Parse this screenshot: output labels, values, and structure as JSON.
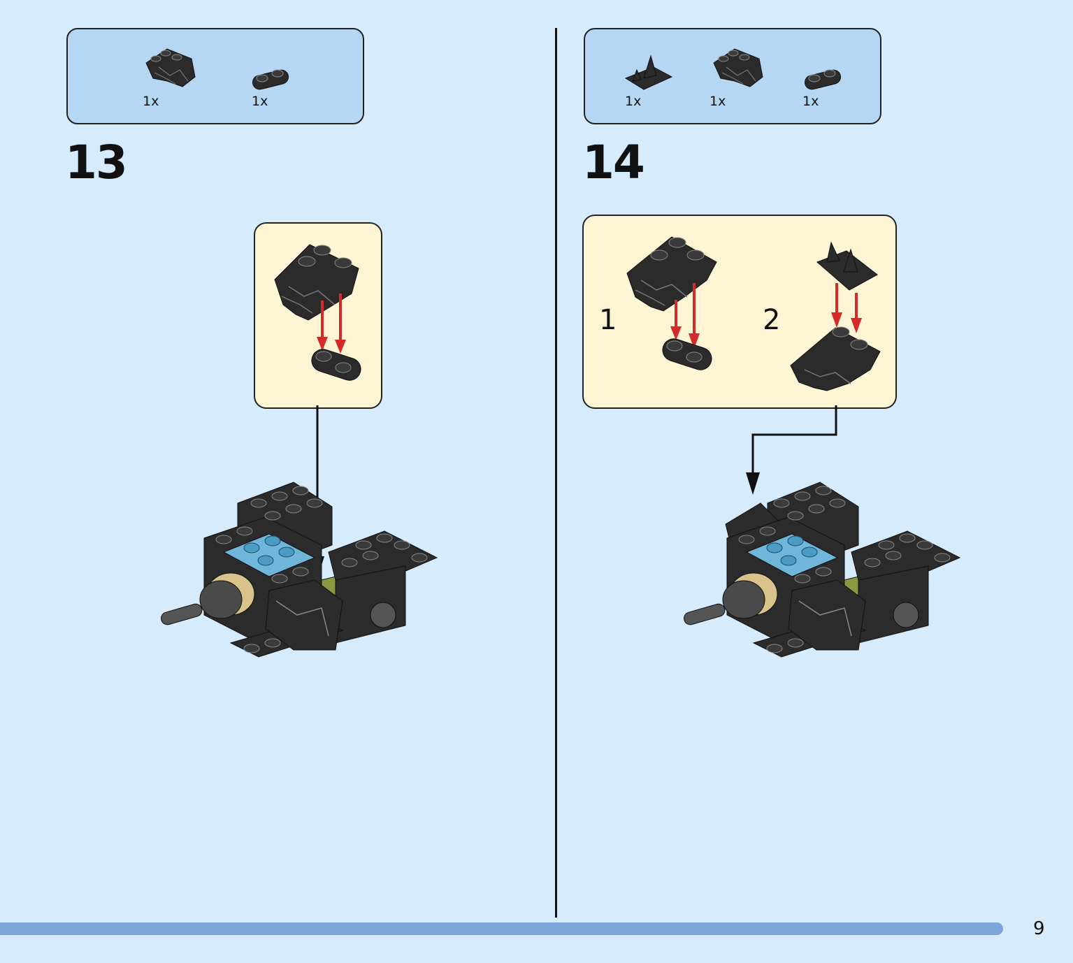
{
  "colors": {
    "background": "#d6ebfb",
    "parts_box": "#b6d7f4",
    "sub_box": "#fef5d4",
    "bottom_bar": "#7ea5d9",
    "arrow_red": "#d52a2a",
    "brick_black": "#2b2b2b",
    "brick_blue": "#6fb6da",
    "brick_olive": "#8a9a44",
    "brick_tan": "#d8c48a"
  },
  "step13": {
    "number": "13",
    "parts": [
      {
        "icon": "armor-plate-icon",
        "qty": "1x"
      },
      {
        "icon": "plate-1x2-round-icon",
        "qty": "1x"
      }
    ]
  },
  "step14": {
    "number": "14",
    "parts": [
      {
        "icon": "spike-plate-icon",
        "qty": "1x"
      },
      {
        "icon": "armor-plate-icon",
        "qty": "1x"
      },
      {
        "icon": "plate-1x2-round-icon",
        "qty": "1x"
      }
    ],
    "substeps": [
      {
        "number": "1"
      },
      {
        "number": "2"
      }
    ]
  },
  "page": {
    "number": "9"
  }
}
